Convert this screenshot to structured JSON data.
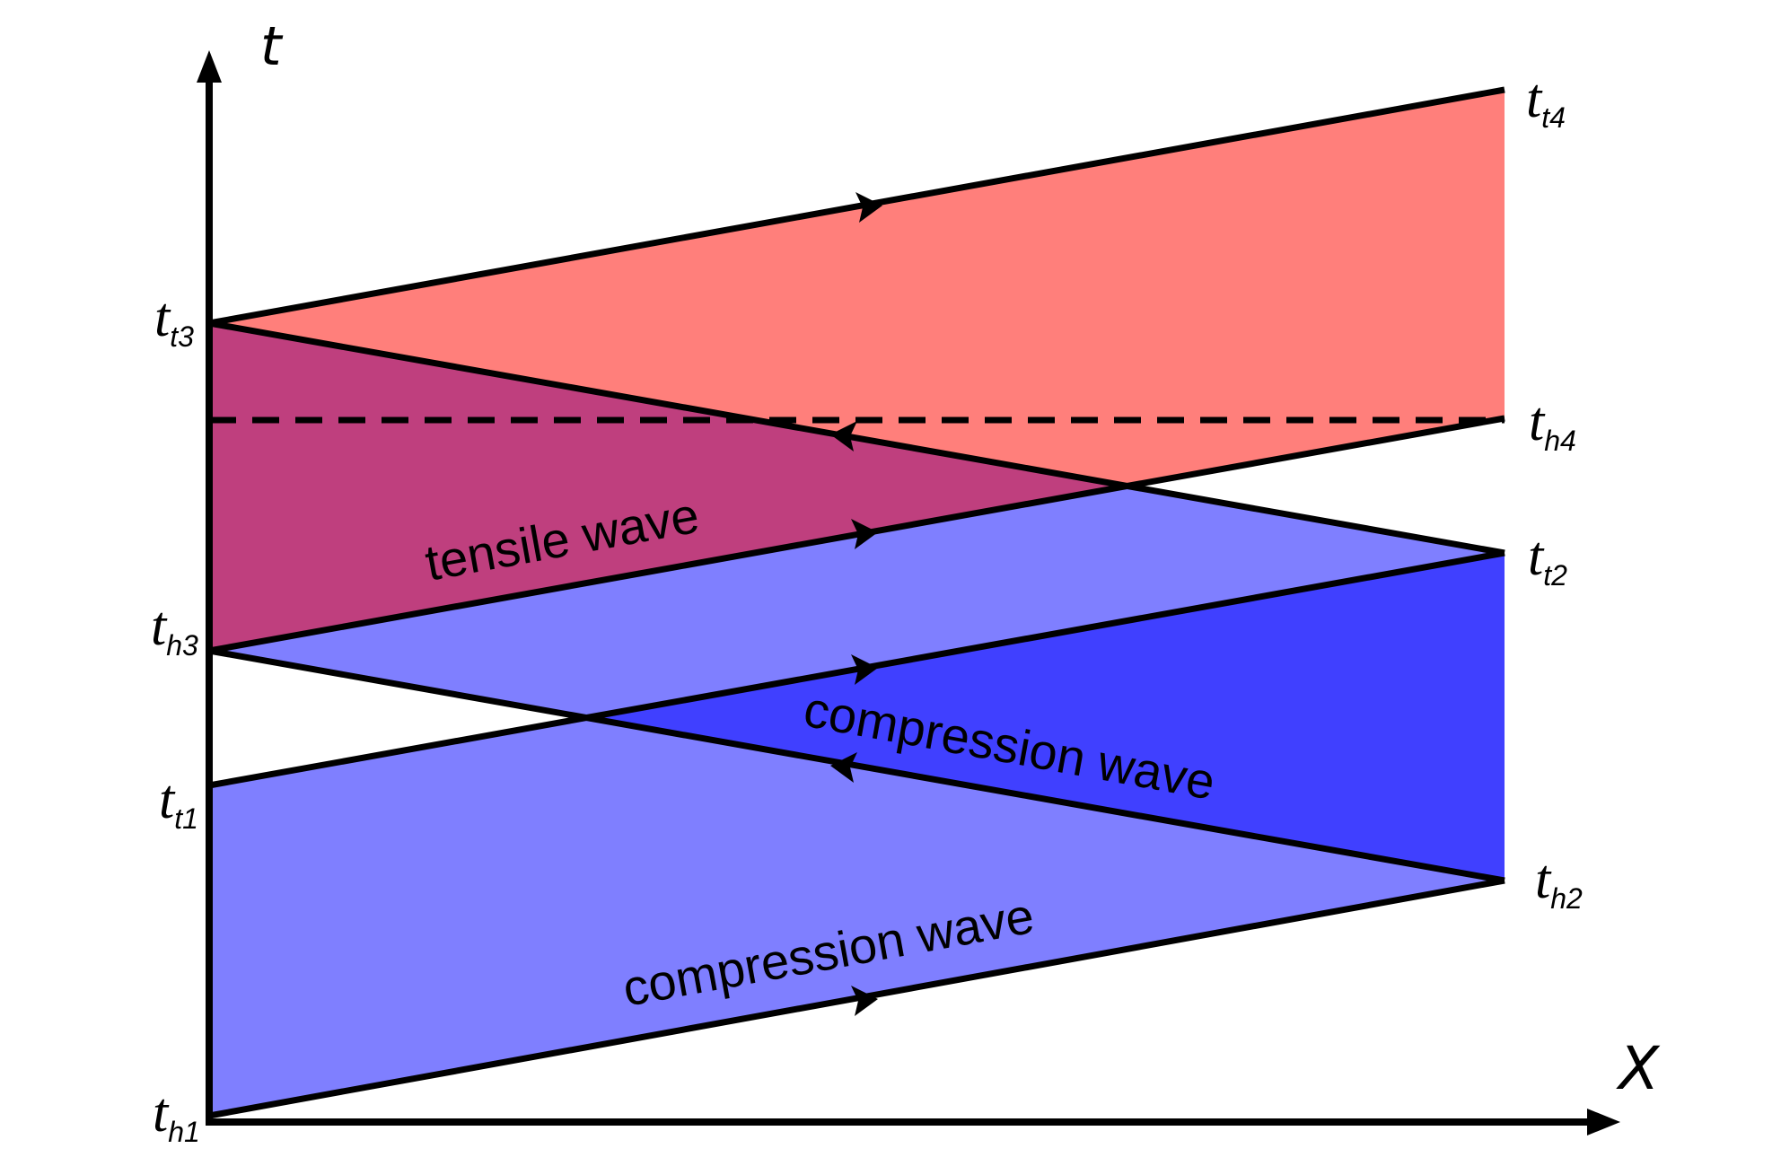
{
  "colors": {
    "tensile_region": "#ff7f7b",
    "overlap_region": "#bf3f7e",
    "compression_light": "#7f7fff",
    "compression_dark": "#4040ff",
    "line": "#000000"
  },
  "axes": {
    "vertical_label": "t",
    "horizontal_label": "X"
  },
  "time_labels": {
    "t_t3": {
      "base": "t",
      "sub": "t3"
    },
    "t_h3": {
      "base": "t",
      "sub": "h3"
    },
    "t_t1": {
      "base": "t",
      "sub": "t1"
    },
    "t_h1": {
      "base": "t",
      "sub": "h1"
    },
    "t_t4": {
      "base": "t",
      "sub": "t4"
    },
    "t_h4": {
      "base": "t",
      "sub": "h4"
    },
    "t_t2": {
      "base": "t",
      "sub": "t2"
    },
    "t_h2": {
      "base": "t",
      "sub": "h2"
    }
  },
  "wave_labels": {
    "tensile": "tensile wave",
    "compression_upper": "compression wave",
    "compression_lower": "compression wave"
  }
}
